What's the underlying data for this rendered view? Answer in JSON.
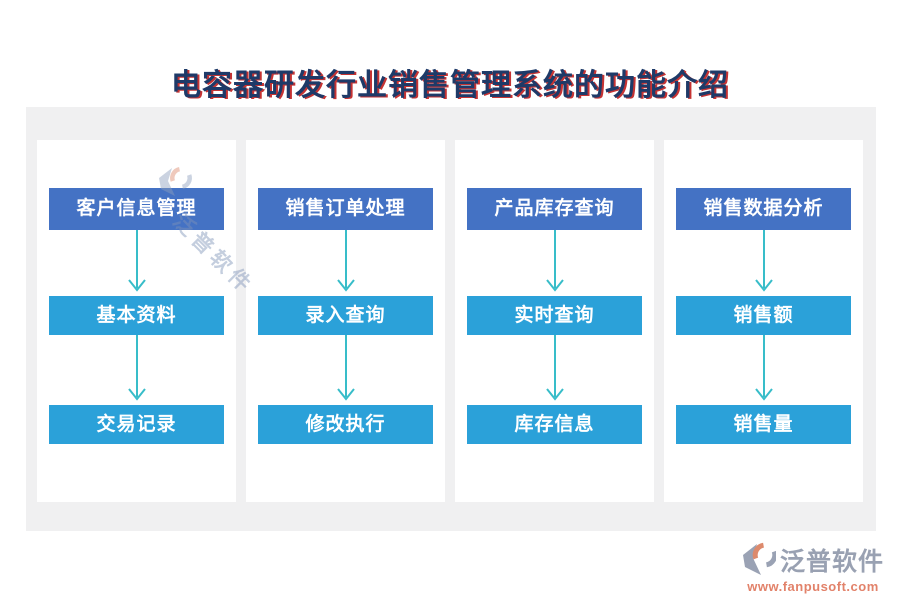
{
  "title": "电容器研发行业销售管理系统的功能介绍",
  "columns": [
    {
      "header": "客户信息管理",
      "items": [
        "基本资料",
        "交易记录"
      ]
    },
    {
      "header": "销售订单处理",
      "items": [
        "录入查询",
        "修改执行"
      ]
    },
    {
      "header": "产品库存查询",
      "items": [
        "实时查询",
        "库存信息"
      ]
    },
    {
      "header": "销售数据分析",
      "items": [
        "销售额",
        "销售量"
      ]
    }
  ],
  "watermark": {
    "text": "泛普软件"
  },
  "footer": {
    "brand": "泛普软件",
    "url": "www.fanpusoft.com"
  },
  "colors": {
    "header_node": "#4472c4",
    "sub_node": "#2ba1d9",
    "arrow": "#38bdc9",
    "title": "#1e3a68",
    "title_shadow": "#c53333",
    "panel_bg": "#f0f0f1",
    "brand_gray": "#99a1b2",
    "url_orange": "#e2826a"
  }
}
